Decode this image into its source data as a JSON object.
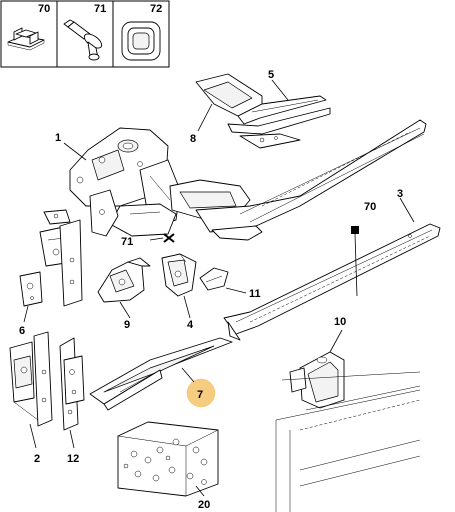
{
  "header_parts": [
    {
      "id": "70",
      "label": "70",
      "icon": "clip-icon"
    },
    {
      "id": "71",
      "label": "71",
      "icon": "stud-icon"
    },
    {
      "id": "72",
      "label": "72",
      "icon": "grommet-icon"
    }
  ],
  "callouts": {
    "c1": "1",
    "c2": "2",
    "c3": "3",
    "c4": "4",
    "c5": "5",
    "c6": "6",
    "c7": "7",
    "c8": "8",
    "c9": "9",
    "c10": "10",
    "c11": "11",
    "c12": "12",
    "c20": "20",
    "c70": "70",
    "c71": "71"
  },
  "highlight": {
    "part": "7",
    "color": "#f6cc80"
  }
}
